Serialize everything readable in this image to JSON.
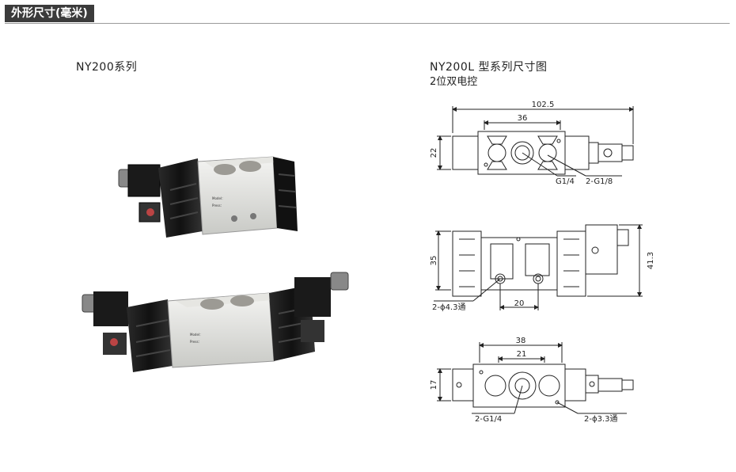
{
  "header": {
    "tag": "外形尺寸(毫米)"
  },
  "left": {
    "title": "NY200系列",
    "labels": {
      "model": "Model：",
      "press": "Press："
    }
  },
  "right": {
    "title": "NY200L 型系列尺寸图",
    "subtitle": "2位双电控",
    "top_view": {
      "width": "102.5",
      "pitch": "36",
      "height": "22",
      "ports_a": "G1/4",
      "ports_b": "2-G1/8"
    },
    "front_view": {
      "height_left": "35",
      "height_right": "41.3",
      "hole": "2-ϕ4.3通",
      "spacing": "20"
    },
    "bottom_view": {
      "outer": "38",
      "inner": "21",
      "height": "17",
      "ports": "2-G1/4",
      "hole": "2-ϕ3.3通"
    }
  }
}
